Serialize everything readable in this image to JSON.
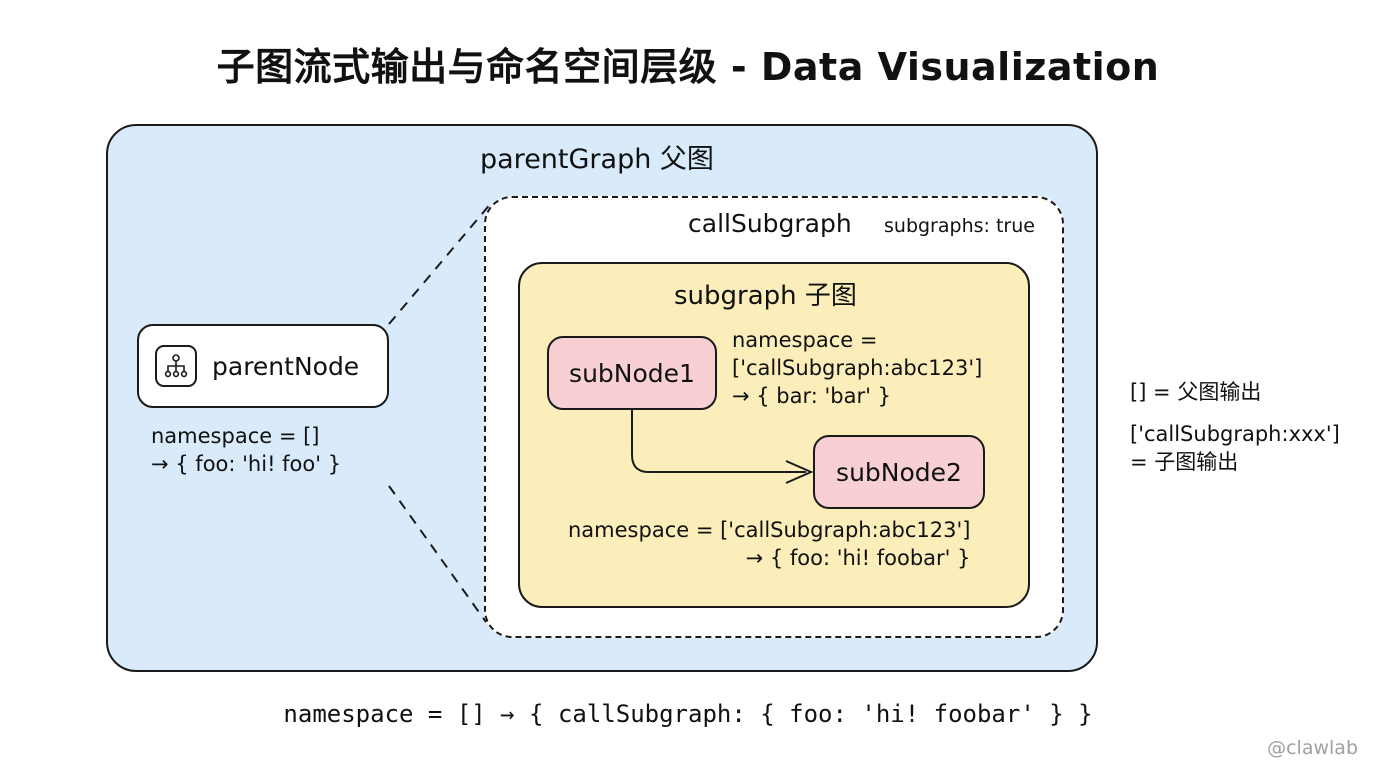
{
  "title": "子图流式输出与命名空间层级 - Data Visualization",
  "parent_graph": {
    "label": "parentGraph 父图"
  },
  "call_subgraph": {
    "label": "callSubgraph",
    "flag": "subgraphs: true"
  },
  "subgraph": {
    "label": "subgraph 子图"
  },
  "parent_node": {
    "label": "parentNode",
    "icon": "hierarchy-icon",
    "namespace_line": "namespace = []",
    "output_line": "→ { foo: 'hi! foo' }"
  },
  "sub_node_1": {
    "label": "subNode1",
    "namespace_line1": "namespace =",
    "namespace_line2": "['callSubgraph:abc123']",
    "output_line": "→ { bar: 'bar' }"
  },
  "sub_node_2": {
    "label": "subNode2",
    "namespace_line": "namespace = ['callSubgraph:abc123']",
    "output_line": "→ { foo: 'hi! foobar' }"
  },
  "legend": {
    "line1": "[] = 父图输出",
    "line2": "['callSubgraph:xxx']",
    "line3": "= 子图输出"
  },
  "footer": "namespace = [] → { callSubgraph: { foo: 'hi! foobar' } }",
  "watermark": "@clawlab",
  "colors": {
    "parent_graph_fill": "#d9eafb",
    "subgraph_fill": "#fbeebb",
    "sub_node_fill": "#f8d0d4",
    "stroke": "#1a1a1a"
  }
}
